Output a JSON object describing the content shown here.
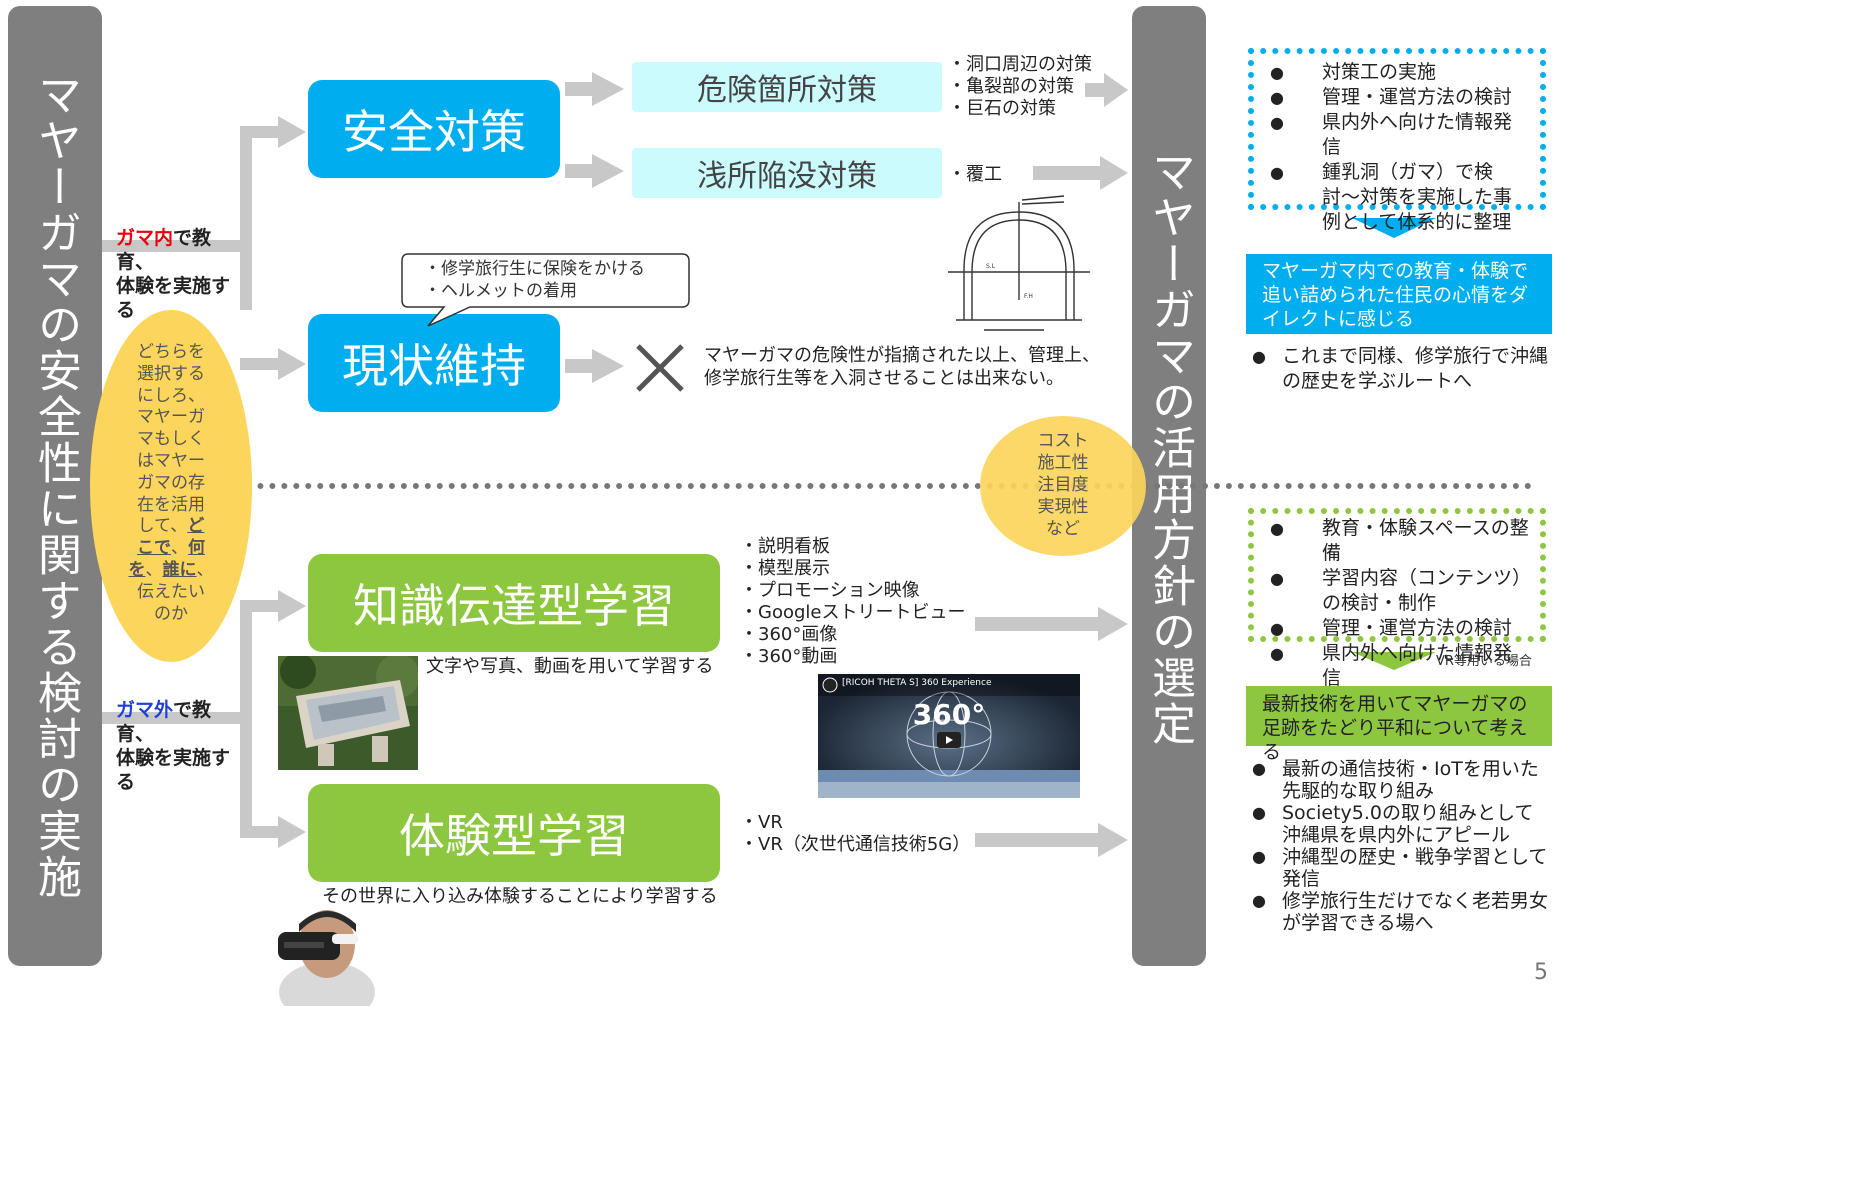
{
  "left_bar": "マヤーガマの安全性に関する検討の実施",
  "center_bar": "マヤーガマの活用方針の選定",
  "gama_in": {
    "colored": "ガマ内",
    "rest1": "で教育、",
    "rest2": "体験を実施す",
    "rest3": "る",
    "color": "#e8000b"
  },
  "gama_out": {
    "colored": "ガマ外",
    "rest1": "で教育、",
    "rest2": "体験を実施す",
    "rest3": "る",
    "color": "#1f3fd8"
  },
  "safety_box": "安全対策",
  "status_quo_box": "現状維持",
  "danger_box": "危険箇所対策",
  "shallow_box": "浅所陥没対策",
  "danger_notes": [
    "・洞口周辺の対策",
    "・亀裂部の対策",
    "・巨石の対策"
  ],
  "shallow_note": "・覆工",
  "speech": [
    "・修学旅行生に保険をかける",
    "・ヘルメットの着用"
  ],
  "status_quo_note": [
    "マヤーガマの危険性が指摘された以上、管理上、",
    "修学旅行生等を入洞させることは出来ない。"
  ],
  "left_ellipse": {
    "lines": [
      "どちらを",
      "選択する",
      "にしろ、",
      "マヤーガ",
      "マもしく",
      "はマヤー",
      "ガマの存",
      "在を活用"
    ],
    "line9_pre": "して、",
    "line9_em": "ど",
    "line10_em1": "こで",
    "line10_mid": "、",
    "line10_em2": "何",
    "line11_em1": "を",
    "line11_mid": "、",
    "line11_em2": "誰に",
    "line11_post": "、",
    "line12": "伝えたい",
    "line13": "のか"
  },
  "center_ellipse": [
    "コスト",
    "施工性",
    "注目度",
    "実現性",
    "など"
  ],
  "knowledge_box": "知識伝達型学習",
  "knowledge_items": [
    "・説明看板",
    "・模型展示",
    "・プロモーション映像",
    "・Googleストリートビュー",
    "・360°画像",
    "・360°動画"
  ],
  "knowledge_caption": "文字や写真、動画を用いて学習する",
  "experience_box": "体験型学習",
  "experience_items": [
    "・VR",
    "・VR（次世代通信技術5G）"
  ],
  "experience_caption": "その世界に入り込み体験することにより学習する",
  "video": {
    "title": "[RICOH THETA S] 360 Experience",
    "badge": "360°"
  },
  "right_top_list": [
    "対策工の実施",
    "管理・運営方法の検討",
    "県内外へ向けた情報発信",
    "鍾乳洞（ガマ）で検討〜対策を実施した事例として体系的に整理"
  ],
  "right_top_result": "マヤーガマ内での教育・体験で追い詰められた住民の心情をダイレクトに感じる",
  "right_top_bullet": "これまで同様、修学旅行で沖縄の歴史を学ぶルートへ",
  "right_bottom_list": [
    "教育・体験スペースの整備",
    "学習内容（コンテンツ）の検討・制作",
    "管理・運営方法の検討",
    "県内外へ向けた情報発信"
  ],
  "vr_note": "VR等用いる場合",
  "right_bottom_result": "最新技術を用いてマヤーガマの足跡をたどり平和について考える",
  "right_bottom_bullets": [
    "最新の通信技術・IoTを用いた先駆的な取り組み",
    "Society5.0の取り組みとして沖縄県を県内外にアピール",
    "沖縄型の歴史・戦争学習として発信",
    "修学旅行生だけでなく老若男女が学習できる場へ"
  ],
  "page_number": "5",
  "colors": {
    "blue": "#00aeef",
    "green": "#8dc63f",
    "gray": "#7f7f7f",
    "yellow": "#fcd55c",
    "cyan": "#ccfbfd"
  }
}
